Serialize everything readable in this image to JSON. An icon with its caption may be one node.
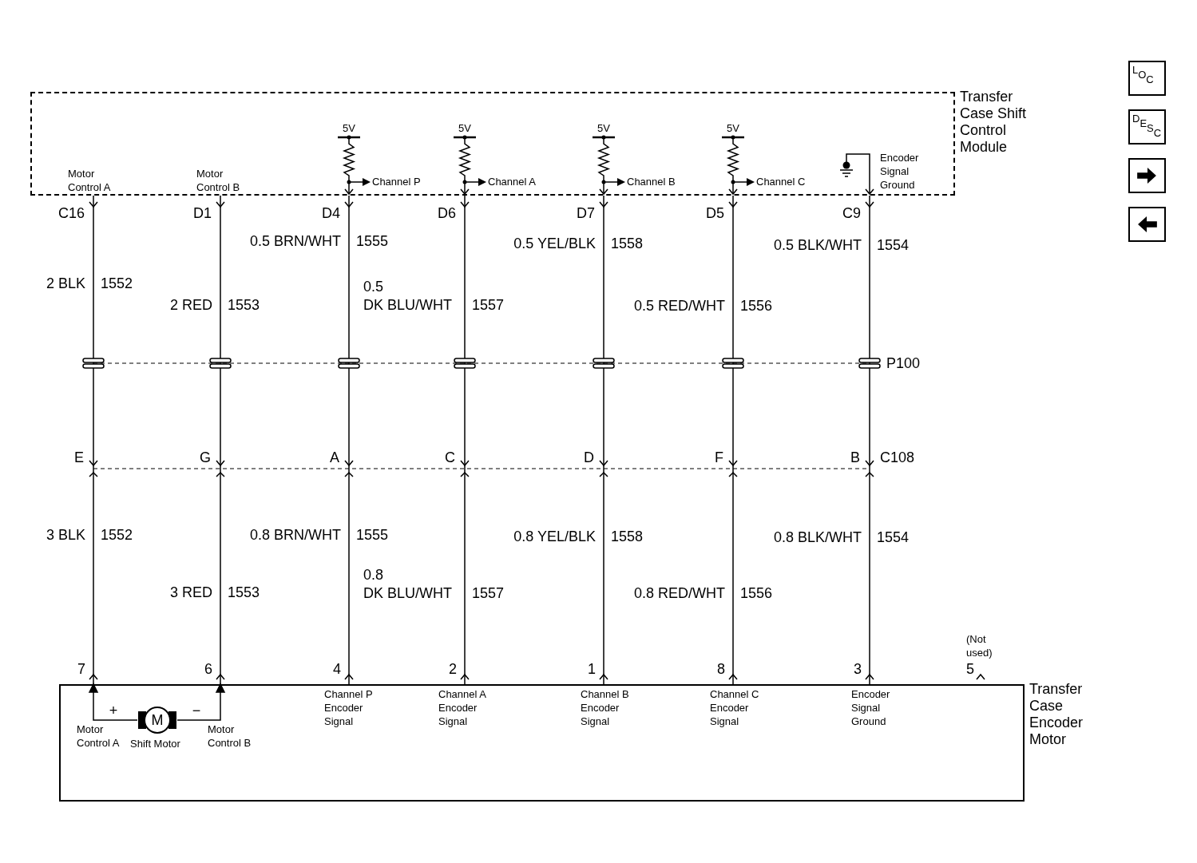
{
  "diagram": {
    "nodes": [
      {
        "text": [
          "Transfer Case Shift Control Module"
        ]
      },
      {
        "text": [
          "Transfer Case Encoder Motor"
        ]
      },
      {
        "text": [
          "M"
        ],
        "beside": [
          "Shift Motor"
        ],
        "in": 1
      }
    ],
    "edges": [
      {
        "from": 0,
        "to": 1,
        "arrow": "other"
      },
      {
        "from": 0,
        "to": 1,
        "arrow": "other"
      },
      {
        "from": 0,
        "to": 1,
        "arrow": "other"
      },
      {
        "from": 0,
        "to": 1,
        "arrow": "other"
      },
      {
        "from": 0,
        "to": 1,
        "arrow": "other"
      },
      {
        "from": 0,
        "to": 1,
        "arrow": "other"
      },
      {
        "from": 0,
        "to": 1,
        "arrow": "other"
      },
      {
        "from": 2,
        "to": 1,
        "arrow": "to"
      },
      {
        "from": 2,
        "to": 1,
        "arrow": "to"
      }
    ],
    "labels": [
      "Motor Control A",
      "Motor Control B",
      "5V",
      "Channel P",
      "5V",
      "Channel A",
      "5V",
      "Channel B",
      "5V",
      "Channel C",
      "Encoder Signal Ground",
      "C16",
      "D1",
      "D4",
      "D6",
      "D7",
      "D5",
      "C9",
      "2 BLK",
      "1552",
      "2 RED",
      "1553",
      "0.5 BRN/WHT",
      "1555",
      "0.5 DK BLU/WHT",
      "1557",
      "0.5 YEL/BLK",
      "1558",
      "0.5 RED/WHT",
      "1556",
      "0.5 BLK/WHT",
      "1554",
      "P100",
      "E",
      "G",
      "A",
      "C",
      "D",
      "F",
      "B",
      "C108",
      "3 BLK",
      "1552",
      "3 RED",
      "1553",
      "0.8 BRN/WHT",
      "1555",
      "0.8 DK BLU/WHT",
      "1557",
      "0.8 YEL/BLK",
      "1558",
      "0.8 RED/WHT",
      "1556",
      "0.8 BLK/WHT",
      "1554",
      "7",
      "6",
      "4",
      "2",
      "1",
      "8",
      "3",
      "(Not used)",
      "5",
      "+",
      "−",
      "Motor Control A",
      "Motor Control B",
      "Channel P Encoder Signal",
      "Channel A Encoder Signal",
      "Channel B Encoder Signal",
      "Channel C Encoder Signal",
      "Encoder Signal Ground",
      "LOC",
      "DESC"
    ]
  }
}
